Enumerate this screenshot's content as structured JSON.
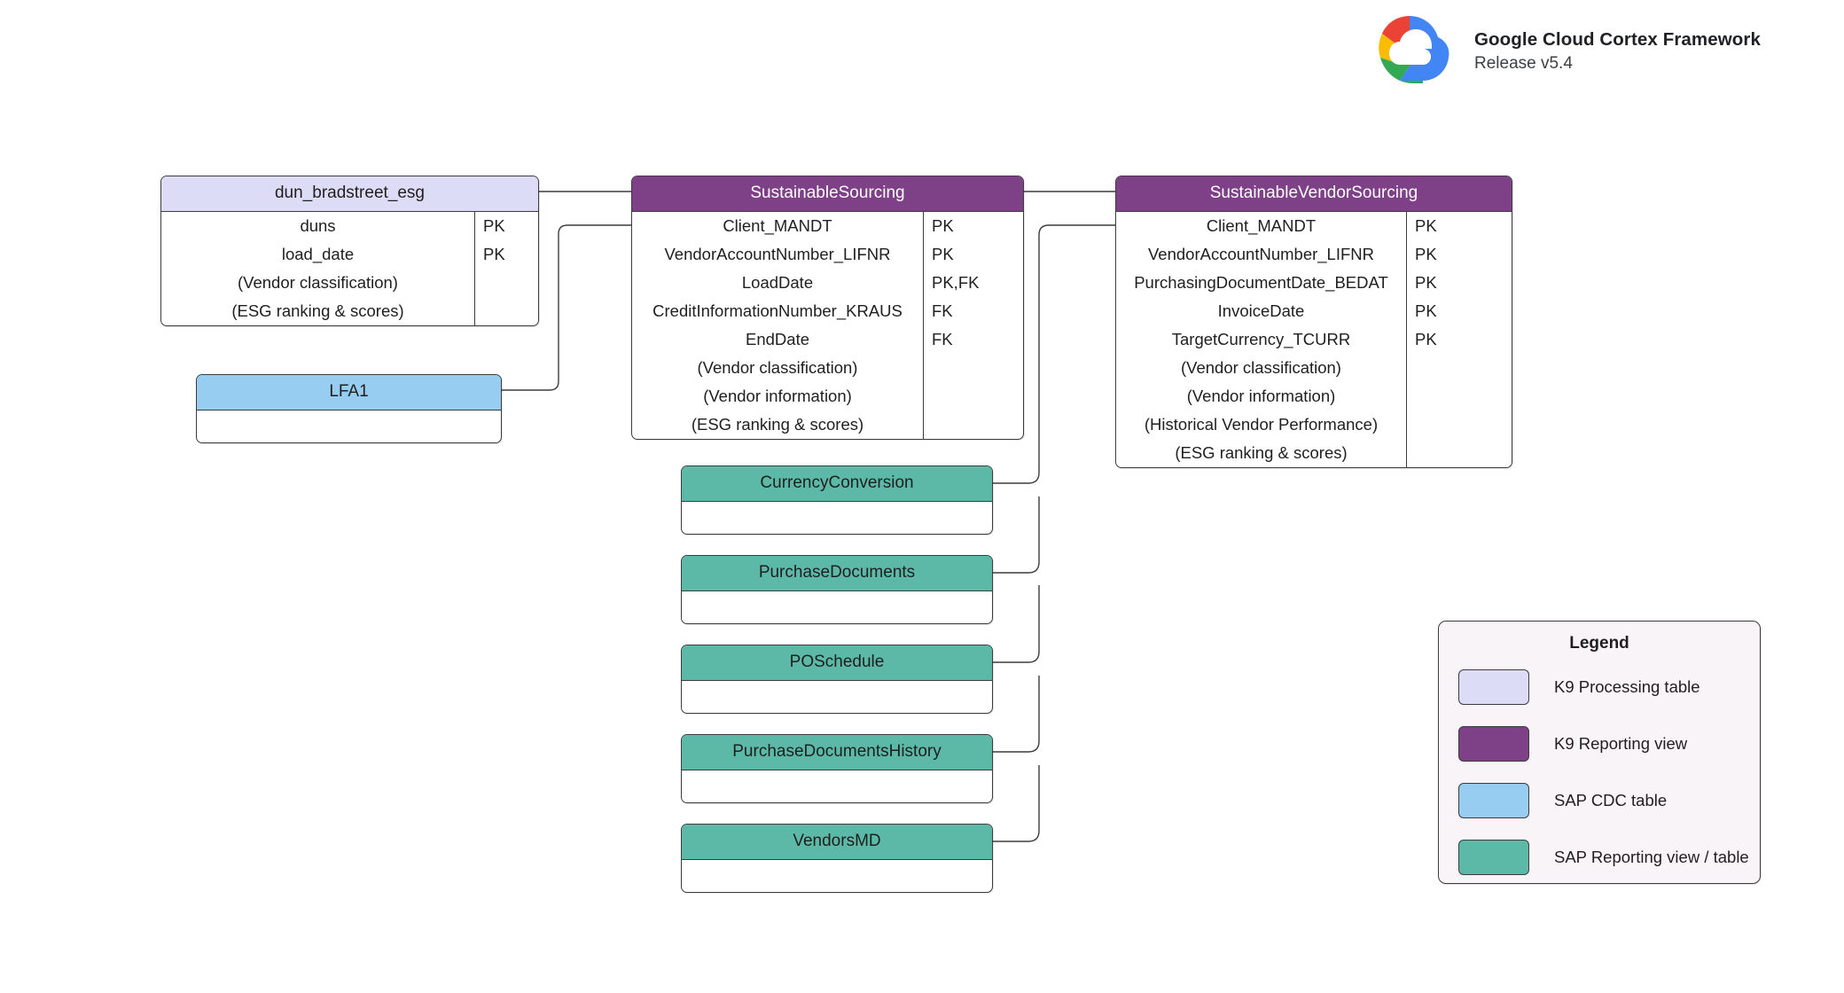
{
  "branding": {
    "logo_icon": "google-cloud-logo",
    "title": "Google Cloud Cortex Framework",
    "release": "Release v5.4"
  },
  "diagram": {
    "type": "entity-relationship",
    "entities": [
      {
        "id": "dun_bradstreet_esg",
        "name": "dun_bradstreet_esg",
        "style": "k9-processing-table",
        "header_color": "#dcdcf7",
        "fields": [
          {
            "name": "duns",
            "key": "PK"
          },
          {
            "name": "load_date",
            "key": "PK"
          },
          {
            "name": "(Vendor classification)",
            "key": ""
          },
          {
            "name": "(ESG ranking & scores)",
            "key": ""
          }
        ]
      },
      {
        "id": "SustainableSourcing",
        "name": "SustainableSourcing",
        "style": "k9-reporting-view",
        "header_color": "#7e4087",
        "fields": [
          {
            "name": "Client_MANDT",
            "key": "PK"
          },
          {
            "name": "VendorAccountNumber_LIFNR",
            "key": "PK"
          },
          {
            "name": "LoadDate",
            "key": "PK,FK"
          },
          {
            "name": "CreditInformationNumber_KRAUS",
            "key": "FK"
          },
          {
            "name": "EndDate",
            "key": "FK"
          },
          {
            "name": "(Vendor classification)",
            "key": ""
          },
          {
            "name": "(Vendor information)",
            "key": ""
          },
          {
            "name": "(ESG ranking & scores)",
            "key": ""
          }
        ]
      },
      {
        "id": "SustainableVendorSourcing",
        "name": "SustainableVendorSourcing",
        "style": "k9-reporting-view",
        "header_color": "#7e4087",
        "fields": [
          {
            "name": "Client_MANDT",
            "key": "PK"
          },
          {
            "name": "VendorAccountNumber_LIFNR",
            "key": "PK"
          },
          {
            "name": "PurchasingDocumentDate_BEDAT",
            "key": "PK"
          },
          {
            "name": "InvoiceDate",
            "key": "PK"
          },
          {
            "name": "TargetCurrency_TCURR",
            "key": "PK"
          },
          {
            "name": "(Vendor classification)",
            "key": ""
          },
          {
            "name": "(Vendor information)",
            "key": ""
          },
          {
            "name": "(Historical Vendor Performance)",
            "key": ""
          },
          {
            "name": "(ESG ranking & scores)",
            "key": ""
          }
        ]
      },
      {
        "id": "LFA1",
        "name": "LFA1",
        "style": "sap-cdc-table",
        "header_color": "#97cdf0",
        "fields": []
      },
      {
        "id": "CurrencyConversion",
        "name": "CurrencyConversion",
        "style": "sap-reporting-view",
        "header_color": "#5cb9a7",
        "fields": []
      },
      {
        "id": "PurchaseDocuments",
        "name": "PurchaseDocuments",
        "style": "sap-reporting-view",
        "header_color": "#5cb9a7",
        "fields": []
      },
      {
        "id": "POSchedule",
        "name": "POSchedule",
        "style": "sap-reporting-view",
        "header_color": "#5cb9a7",
        "fields": []
      },
      {
        "id": "PurchaseDocumentsHistory",
        "name": "PurchaseDocumentsHistory",
        "style": "sap-reporting-view",
        "header_color": "#5cb9a7",
        "fields": []
      },
      {
        "id": "VendorsMD",
        "name": "VendorsMD",
        "style": "sap-reporting-view",
        "header_color": "#5cb9a7",
        "fields": []
      }
    ],
    "relationships": [
      {
        "from": "dun_bradstreet_esg",
        "to": "SustainableSourcing"
      },
      {
        "from": "LFA1",
        "to": "SustainableSourcing"
      },
      {
        "from": "SustainableSourcing",
        "to": "SustainableVendorSourcing"
      },
      {
        "from": "CurrencyConversion",
        "to": "SustainableVendorSourcing"
      },
      {
        "from": "PurchaseDocuments",
        "to": "SustainableVendorSourcing"
      },
      {
        "from": "POSchedule",
        "to": "SustainableVendorSourcing"
      },
      {
        "from": "PurchaseDocumentsHistory",
        "to": "SustainableVendorSourcing"
      },
      {
        "from": "VendorsMD",
        "to": "SustainableVendorSourcing"
      }
    ]
  },
  "legend": {
    "title": "Legend",
    "items": [
      {
        "label": "K9 Processing table",
        "color": "#dcdcf7"
      },
      {
        "label": "K9 Reporting view",
        "color": "#7e4087"
      },
      {
        "label": "SAP CDC table",
        "color": "#97cdf0"
      },
      {
        "label": "SAP Reporting view / table",
        "color": "#5cb9a7"
      }
    ]
  }
}
